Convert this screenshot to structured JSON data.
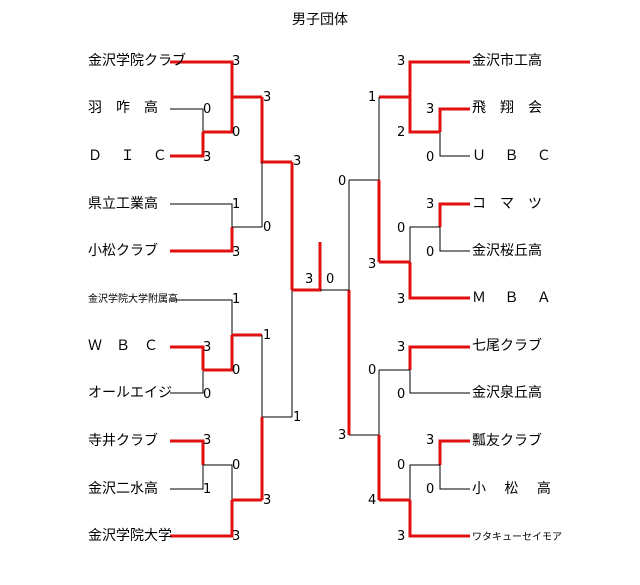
{
  "title": "男子団体",
  "left_teams": [
    "金沢学院クラブ",
    "羽　咋　高",
    "Ｄ　 Ｉ　 Ｃ",
    "県立工業高",
    "小松クラブ",
    "金沢学院大学附属高",
    "Ｗ　Ｂ　Ｃ",
    "オールエイジ",
    "寺井クラブ",
    "金沢二水高",
    "金沢学院大学"
  ],
  "right_teams": [
    "金沢市工高",
    "飛　翔　会",
    "Ｕ　 Ｂ　 Ｃ",
    "コ　マ　ツ",
    "金沢桜丘高",
    "Ｍ　 Ｂ　 Ａ",
    "七尾クラブ",
    "金沢泉丘高",
    "瓢友クラブ",
    "小　 松　 高",
    "ワタキューセイモア"
  ],
  "scores": {
    "l_r1_a": "0",
    "l_r1_b": "3",
    "l_r1_c": "3",
    "l_r1_d": "0",
    "l_r1_e": "3",
    "l_r1_f": "1",
    "l_r2_a": "3",
    "l_r2_b": "0",
    "l_r2_c": "1",
    "l_r2_d": "3",
    "l_r2_e": "1",
    "l_r2_f": "0",
    "l_r2_g": "0",
    "l_r2_h": "3",
    "l_r3_a": "3",
    "l_r3_b": "0",
    "l_r3_c": "1",
    "l_r3_d": "3",
    "l_r4_a": "3",
    "l_r4_b": "1",
    "final_left": "3",
    "final_right": "0",
    "r_r1_a": "3",
    "r_r1_b": "0",
    "r_r1_c": "3",
    "r_r1_d": "0",
    "r_r1_e": "3",
    "r_r1_f": "0",
    "r_r2_a": "3",
    "r_r2_b": "2",
    "r_r2_c": "0",
    "r_r2_d": "3",
    "r_r2_e": "3",
    "r_r2_f": "0",
    "r_r2_g": "0",
    "r_r2_h": "3",
    "r_r3_a": "1",
    "r_r3_b": "3",
    "r_r3_c": "0",
    "r_r3_d": "4",
    "r_r4_a": "0",
    "r_r4_b": "3"
  },
  "colors": {
    "winner_line": "#e01010",
    "loser_line": "#000000"
  }
}
